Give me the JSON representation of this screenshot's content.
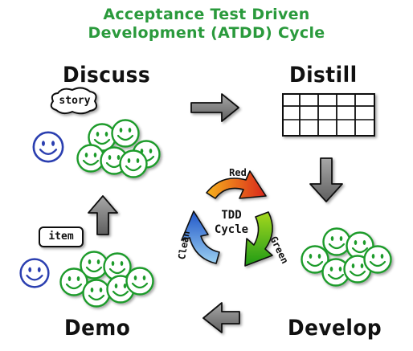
{
  "title": {
    "line1": "Acceptance Test Driven",
    "line2": "Development (ATDD) Cycle"
  },
  "stages": {
    "discuss": "Discuss",
    "distill": "Distill",
    "develop": "Develop",
    "demo": "Demo"
  },
  "tags": {
    "story": "story",
    "item": "item"
  },
  "tdd": {
    "center_line1": "TDD",
    "center_line2": "Cycle",
    "red": "Red",
    "green": "Green",
    "clean": "Clean"
  },
  "colors": {
    "title": "#2a9a3c",
    "smiley_green": "#1f9b2b",
    "smiley_blue": "#2b3fb0",
    "arrow_gray": "#777777",
    "red": "#e0341c",
    "orange": "#f39a1e",
    "green": "#3db41c",
    "blue": "#2f6fd4"
  }
}
